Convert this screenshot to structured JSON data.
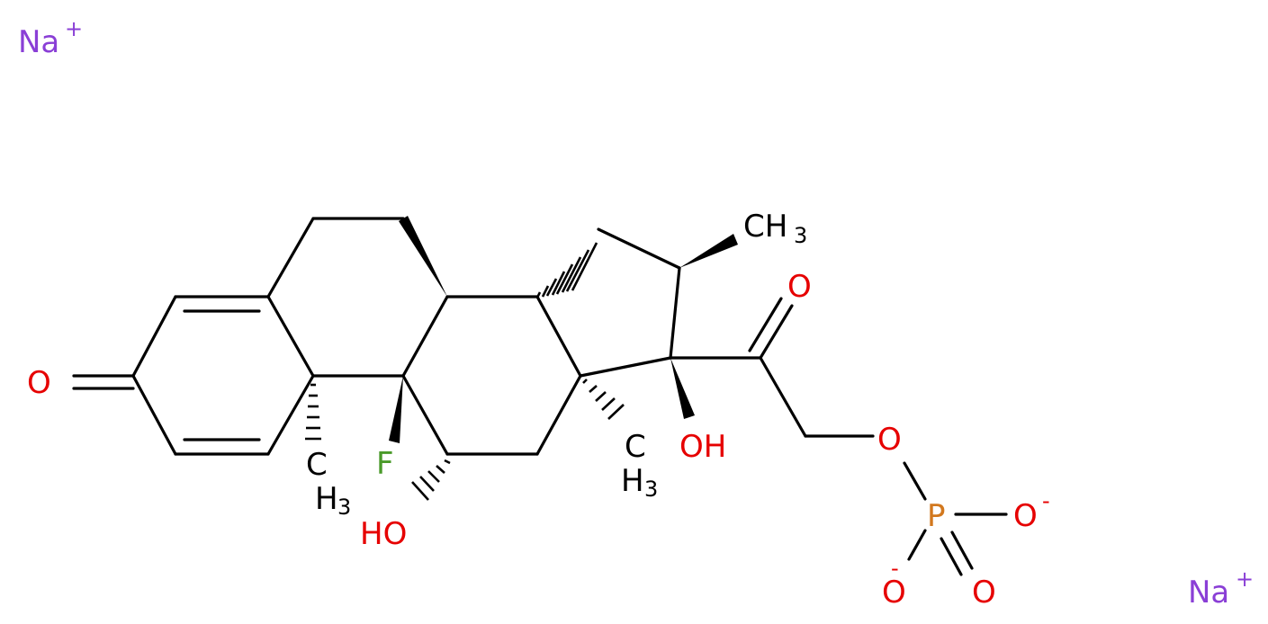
{
  "colors": {
    "bond": "#000000",
    "oxygen": "#e60000",
    "fluorine": "#4a9a2a",
    "phosphorus": "#d2781e",
    "sodium": "#8a3fd6",
    "carbon_label": "#000000"
  },
  "atoms": {
    "na_top": {
      "symbol": "Na",
      "charge": "+"
    },
    "na_bottom": {
      "symbol": "Na",
      "charge": "+"
    },
    "ketone_o": {
      "symbol": "O"
    },
    "side_chain_o": {
      "symbol": "O"
    },
    "ester_o": {
      "symbol": "O"
    },
    "phosphorus": {
      "symbol": "P"
    },
    "phosphate_o_right": {
      "symbol": "O",
      "charge": "-"
    },
    "phosphate_o_left": {
      "symbol": "O",
      "charge": "-"
    },
    "phosphate_o_double": {
      "symbol": "O"
    },
    "fluorine": {
      "symbol": "F"
    },
    "oh_17": {
      "text": "OH"
    },
    "oh_11": {
      "text": "HO"
    },
    "methyl_16": {
      "text": "CH",
      "sub": "3"
    },
    "methyl_10": {
      "text": "CH",
      "sub": "3"
    },
    "methyl_13": {
      "text": "CH",
      "sub": "3"
    }
  }
}
